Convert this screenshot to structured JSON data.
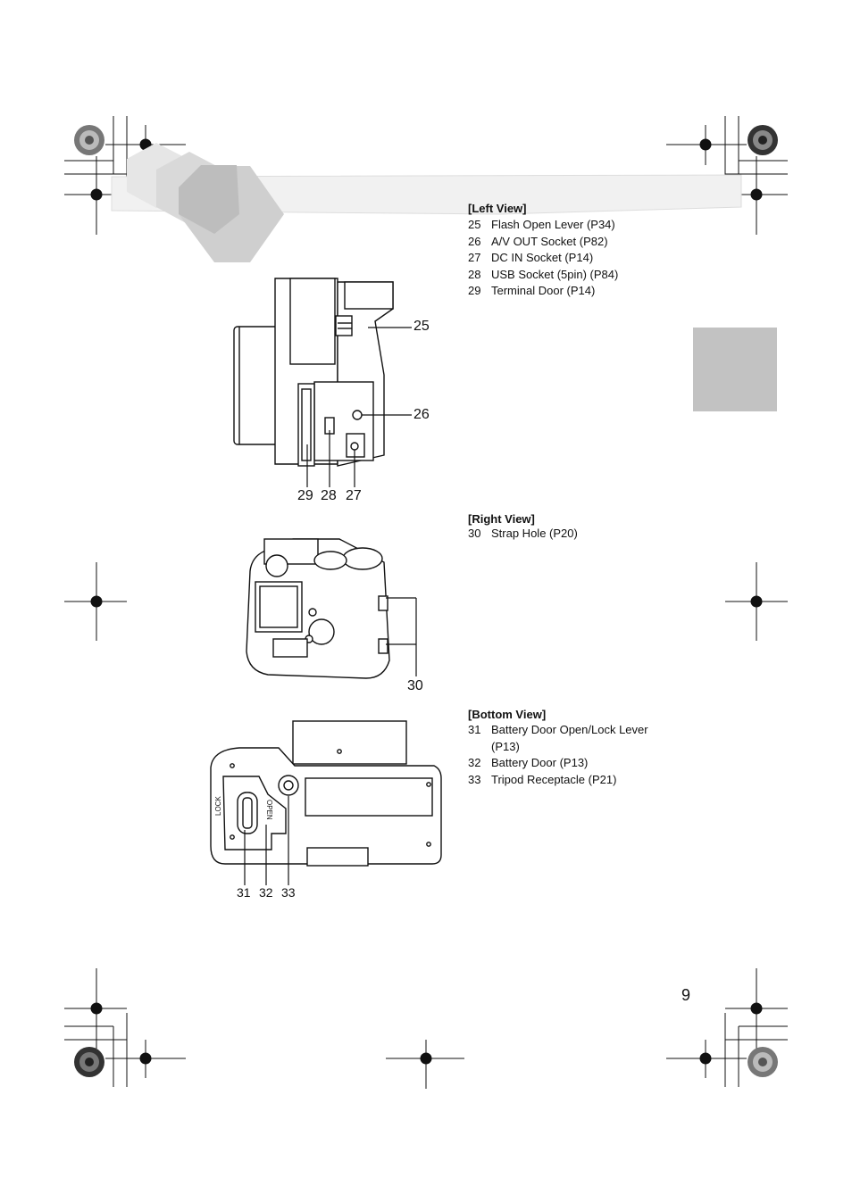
{
  "left_view": {
    "title": "[Left View]",
    "items": [
      {
        "num": "25",
        "text": "Flash Open Lever (P34)"
      },
      {
        "num": "26",
        "text": "A/V OUT Socket (P82)"
      },
      {
        "num": "27",
        "text": "DC IN Socket (P14)"
      },
      {
        "num": "28",
        "text": "USB Socket (5pin) (P84)"
      },
      {
        "num": "29",
        "text": "Terminal Door (P14)"
      }
    ],
    "callouts": [
      "25",
      "26",
      "29",
      "28",
      "27"
    ]
  },
  "right_view": {
    "title": "[Right View]",
    "items": [
      {
        "num": "30",
        "text": "Strap Hole (P20)"
      }
    ],
    "callouts": [
      "30"
    ]
  },
  "bottom_view": {
    "title": "[Bottom View]",
    "items": [
      {
        "num": "31",
        "text": "Battery Door Open/Lock Lever",
        "text2": "(P13)"
      },
      {
        "num": "32",
        "text": "Battery Door (P13)"
      },
      {
        "num": "33",
        "text": "Tripod Receptacle (P21)"
      }
    ],
    "callouts": [
      "31",
      "32",
      "33"
    ],
    "lever_labels": {
      "lock": "LOCK",
      "open": "OPEN"
    }
  },
  "page_number": "9",
  "colors": {
    "tab_gray": "#c2c2c2",
    "hex_gray": "#cfcfcf",
    "ink": "#111111"
  }
}
